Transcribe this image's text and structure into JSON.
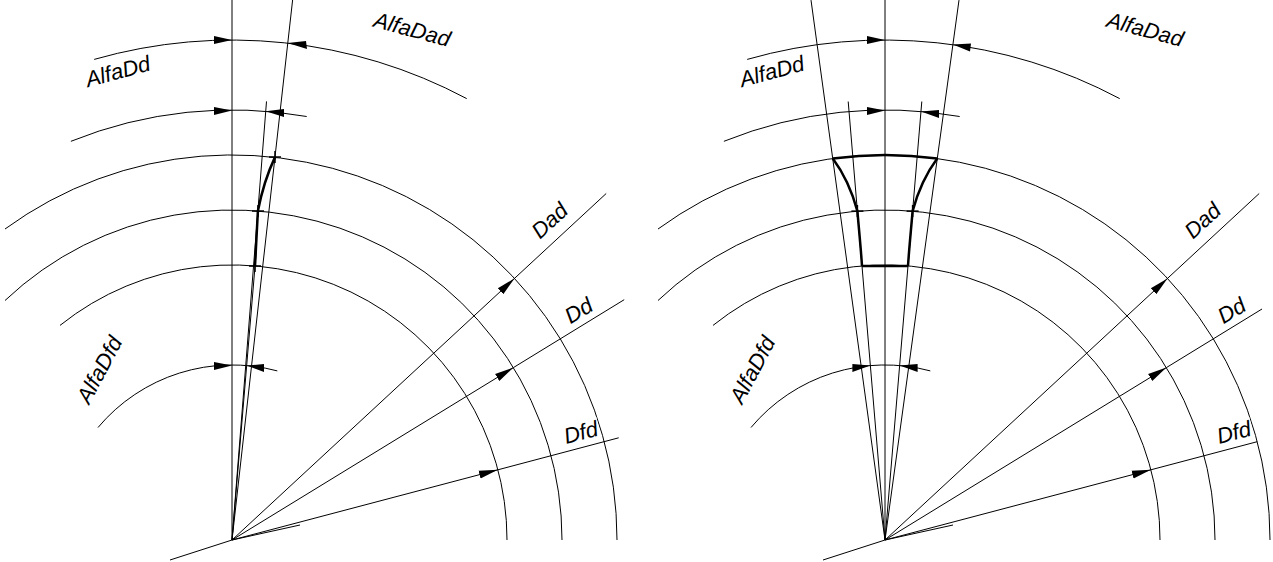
{
  "diagram": {
    "labels": [
      "AlfaDad",
      "AlfaDd",
      "AlfaDfd",
      "Dad",
      "Dd",
      "Dfd",
      "AlfaDad",
      "AlfaDd",
      "AlfaDfd",
      "Dad",
      "Dd",
      "Dfd"
    ]
  }
}
